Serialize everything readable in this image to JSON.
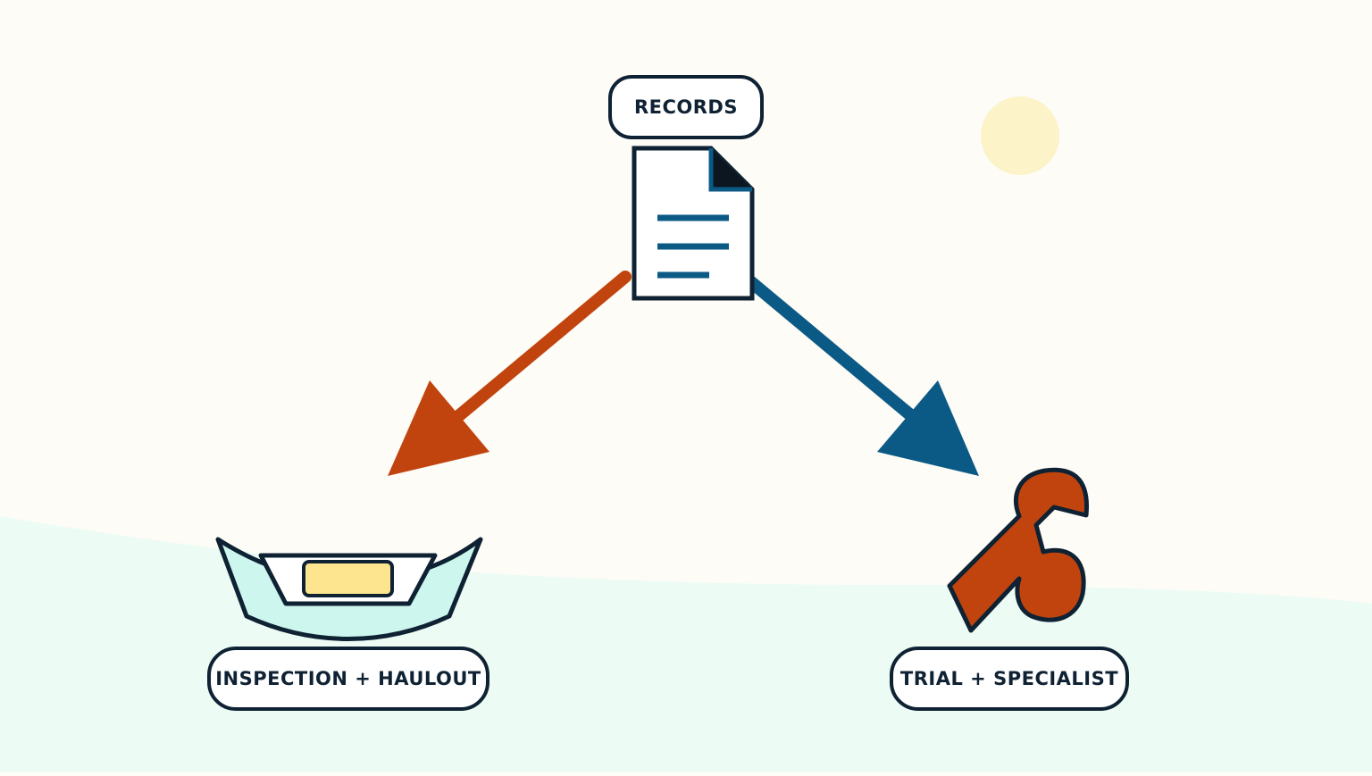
{
  "nodes": {
    "records": {
      "label": "RECORDS",
      "icon": "document-icon"
    },
    "inspection": {
      "label": "INSPECTION + HAULOUT",
      "icon": "boat-hull-icon"
    },
    "trial": {
      "label": "TRIAL + SPECIALIST",
      "icon": "wrench-icon"
    }
  },
  "edges": [
    {
      "from": "records",
      "to": "inspection",
      "color": "#c1440e"
    },
    {
      "from": "records",
      "to": "trial",
      "color": "#0b5a85"
    }
  ],
  "colors": {
    "background": "#fdfcf7",
    "ground": "#ecfbf4",
    "sun": "#fdf3c9",
    "outline": "#0f2233",
    "orange": "#c1440e",
    "blue": "#0b5a85",
    "hull": "#cdf7ee",
    "deck_panel": "#fde58f"
  }
}
